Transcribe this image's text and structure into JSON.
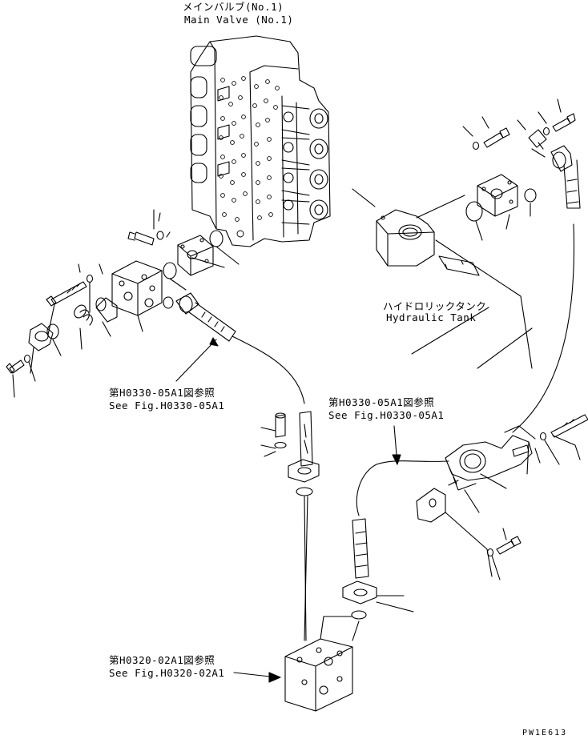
{
  "labels": {
    "main_valve_jp": "メインバルブ(No.1)",
    "main_valve_en": "Main Valve (No.1)",
    "tank_jp": "ハイドロリックタンク",
    "tank_en": "Hydraulic Tank",
    "ref_left_jp": "第H0330-05A1図参照",
    "ref_left_en": "See Fig.H0330-05A1",
    "ref_right_jp": "第H0330-05A1図参照",
    "ref_right_en": "See Fig.H0330-05A1",
    "ref_bottom_jp": "第H0320-02A1図参照",
    "ref_bottom_en": "See Fig.H0320-02A1"
  },
  "drawing_code": "PW1E613"
}
